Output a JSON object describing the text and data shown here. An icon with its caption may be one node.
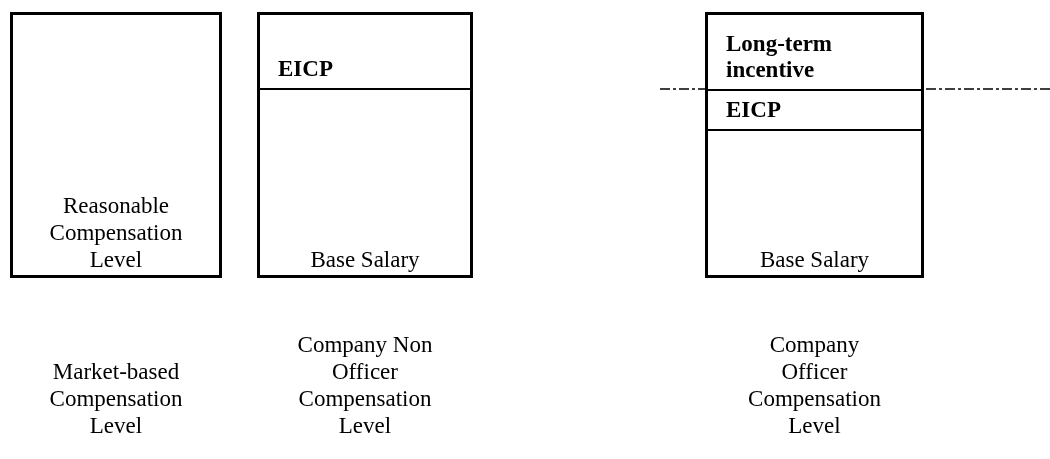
{
  "diagram": {
    "nodes": [
      {
        "text": [
          "Reasonable Compensation Level"
        ]
      },
      {
        "text": [
          "EICP",
          "Base Salary"
        ]
      },
      {
        "text": [
          "Long-term incentive",
          "EICP",
          "Base Salary"
        ]
      }
    ],
    "labels": [
      "Company Non Officer Compensation Level",
      "Company Officer Compensation Level",
      "Market-based Compensation Level"
    ]
  }
}
